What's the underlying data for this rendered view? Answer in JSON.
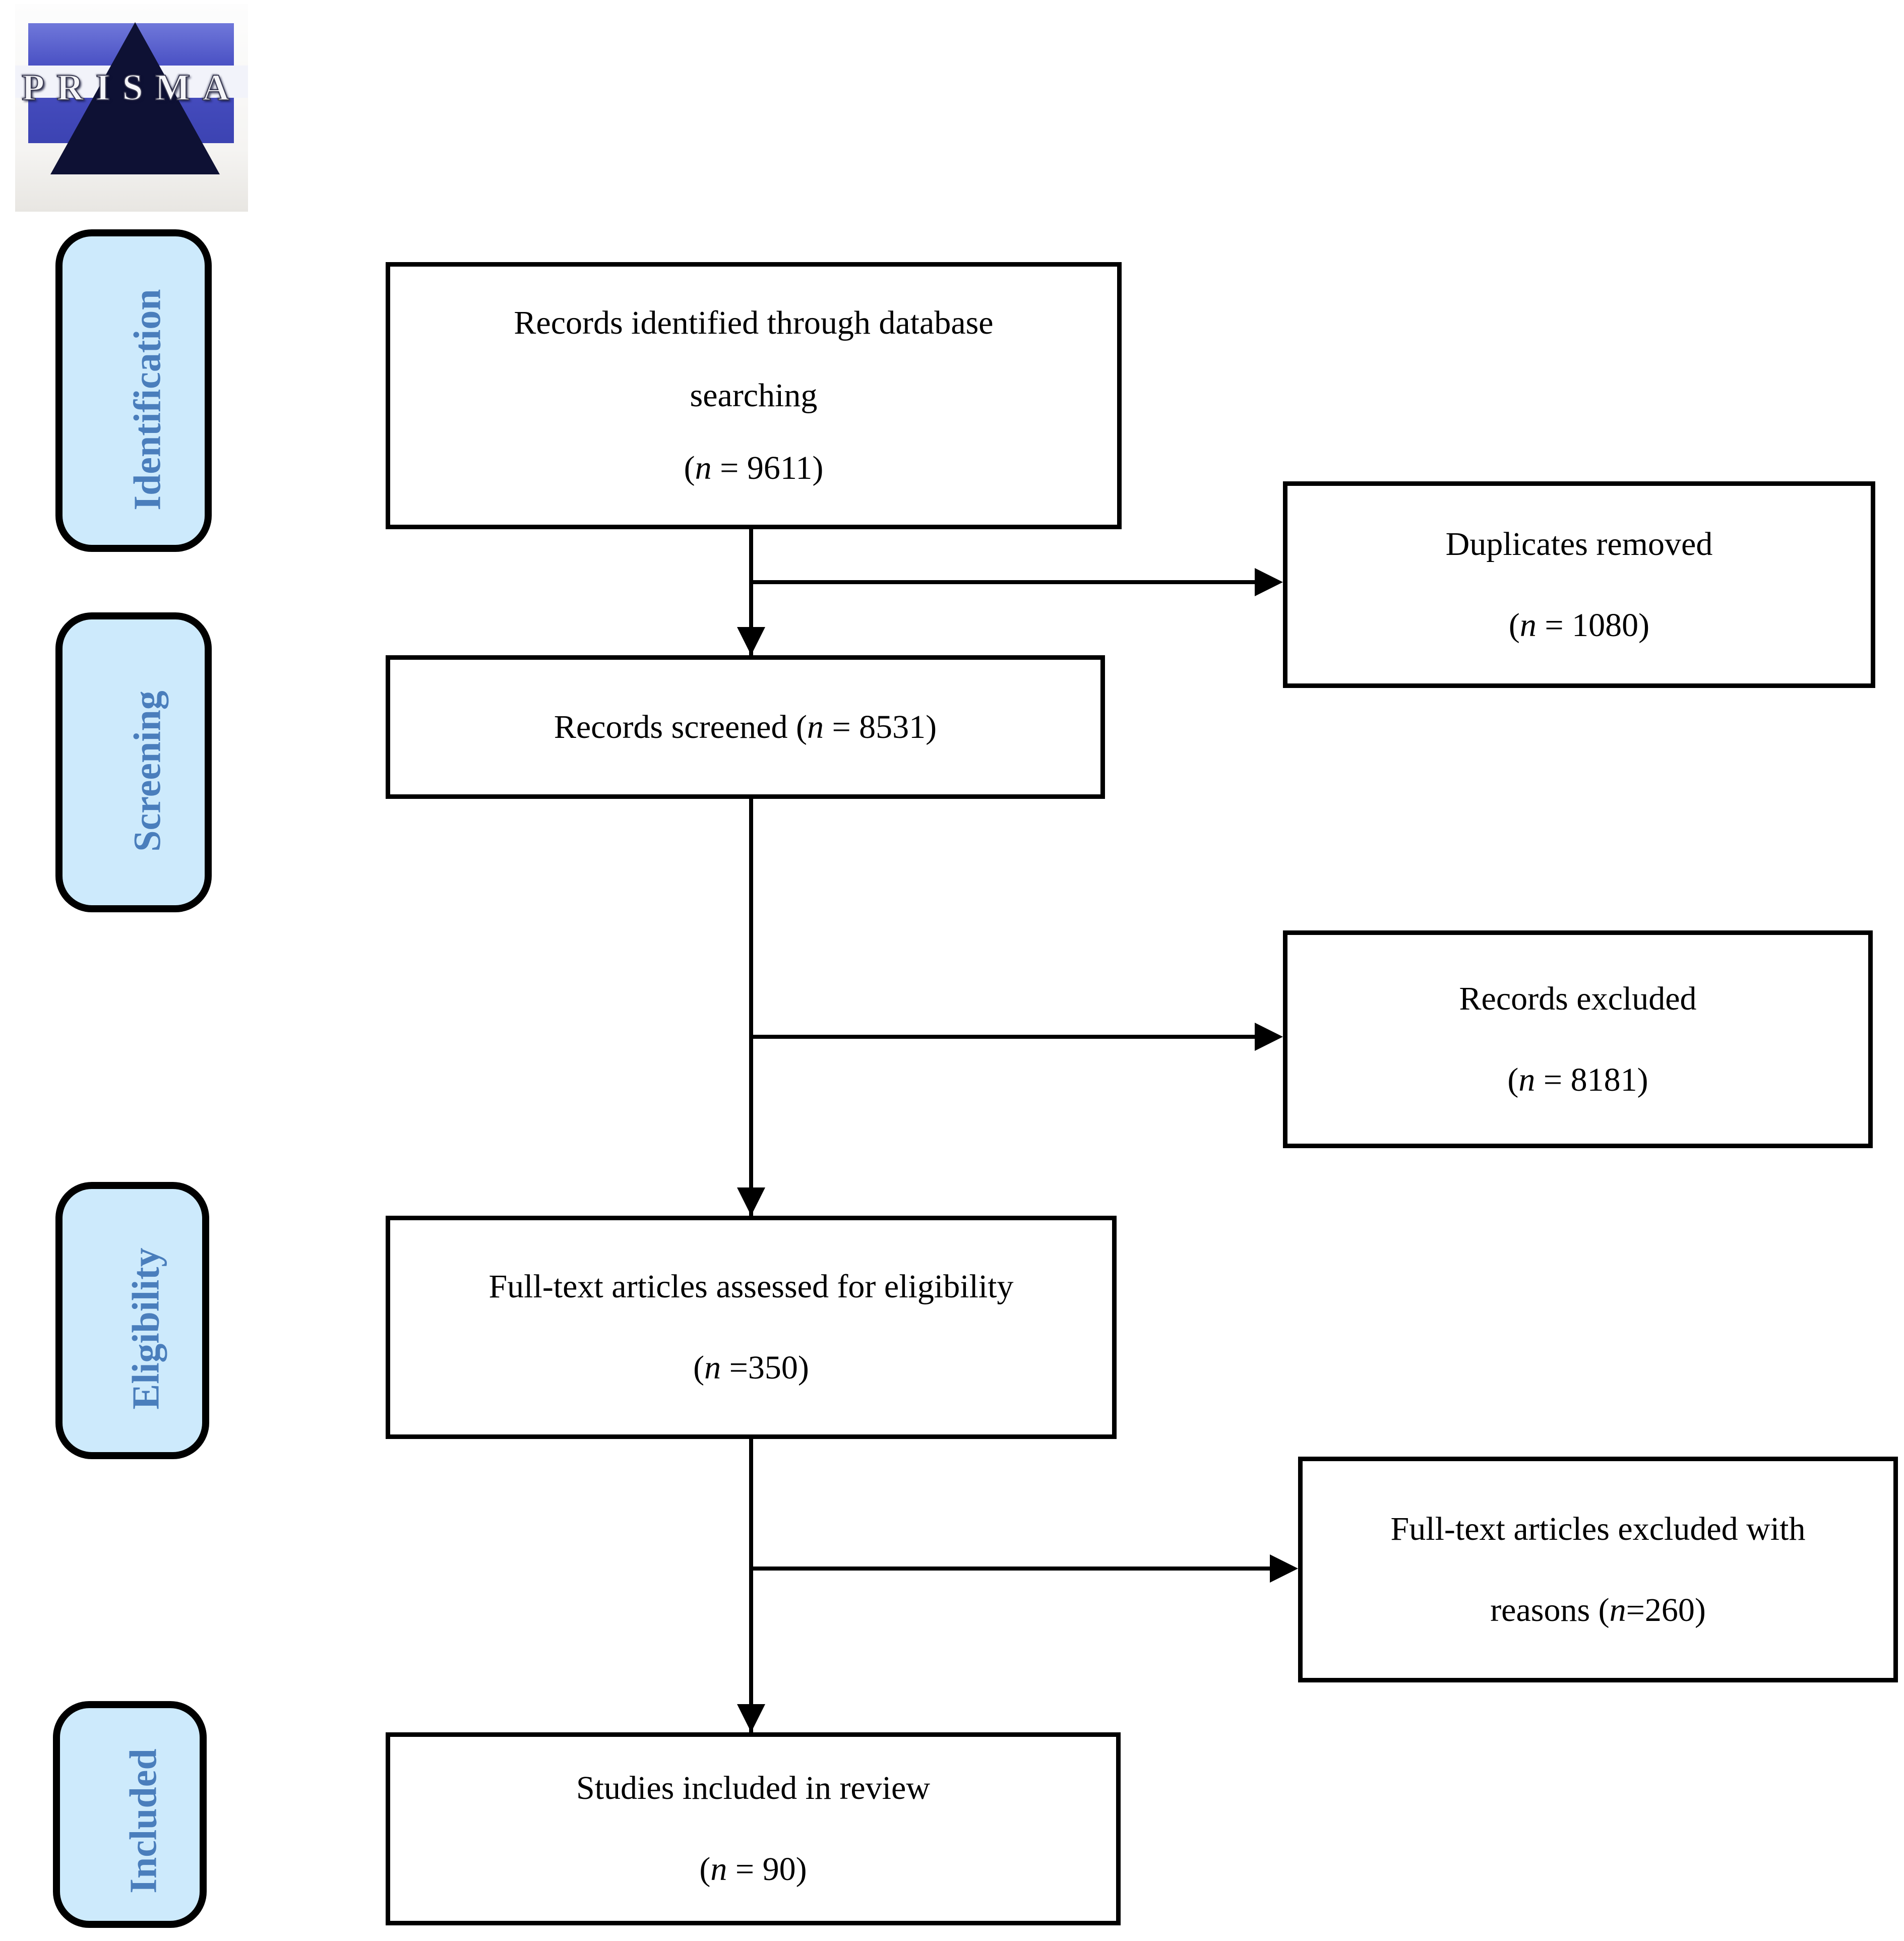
{
  "logo": {
    "text": "PRISMA"
  },
  "colors": {
    "background": "#ffffff",
    "stage_fill": "#cdeafc",
    "stage_text": "#4a7ebc",
    "stage_border": "#000000",
    "box_border": "#000000",
    "box_text": "#000000",
    "logo_blue": "#4a51c4",
    "logo_pyramid": "#0e1134",
    "logo_band": "#f2f3fa"
  },
  "stages": [
    {
      "label": "Identification"
    },
    {
      "label": "Screening"
    },
    {
      "label": "Eligibility"
    },
    {
      "label": "Included"
    }
  ],
  "flow": {
    "identified": {
      "line1": "Records identified through database",
      "line2": "searching",
      "count": {
        "pre": "(",
        "n": "n",
        "post": " = 9611)"
      }
    },
    "duplicates": {
      "line1": "Duplicates removed",
      "count": {
        "pre": "(",
        "n": "n",
        "post": " = 1080)"
      }
    },
    "screened": {
      "line1": {
        "pre": "Records screened (",
        "n": "n",
        "post": " = 8531)"
      }
    },
    "records_excluded": {
      "line1": "Records excluded",
      "count": {
        "pre": "(",
        "n": "n",
        "post": " = 8181)"
      }
    },
    "fulltext_assessed": {
      "line1": "Full-text articles assessed for eligibility",
      "count": {
        "pre": "(",
        "n": "n",
        "post": " =350)"
      }
    },
    "fulltext_excluded": {
      "line1": "Full-text articles excluded with",
      "line2": {
        "pre": "reasons (",
        "n": "n",
        "post": "=260)"
      }
    },
    "studies_included": {
      "line1": "Studies included in review",
      "count": {
        "pre": "(",
        "n": "n",
        "post": " = 90)"
      }
    }
  }
}
